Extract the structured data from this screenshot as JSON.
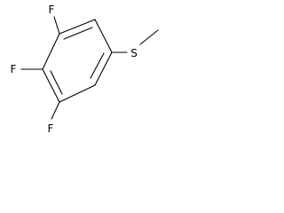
{
  "structure": {
    "atoms": {
      "fluorine_top": "F",
      "fluorine_middle": "F",
      "fluorine_bottom": "F",
      "sulfur": "S"
    },
    "colors": {
      "bond": "#000000",
      "label": "#000000",
      "background": "#ffffff"
    }
  }
}
